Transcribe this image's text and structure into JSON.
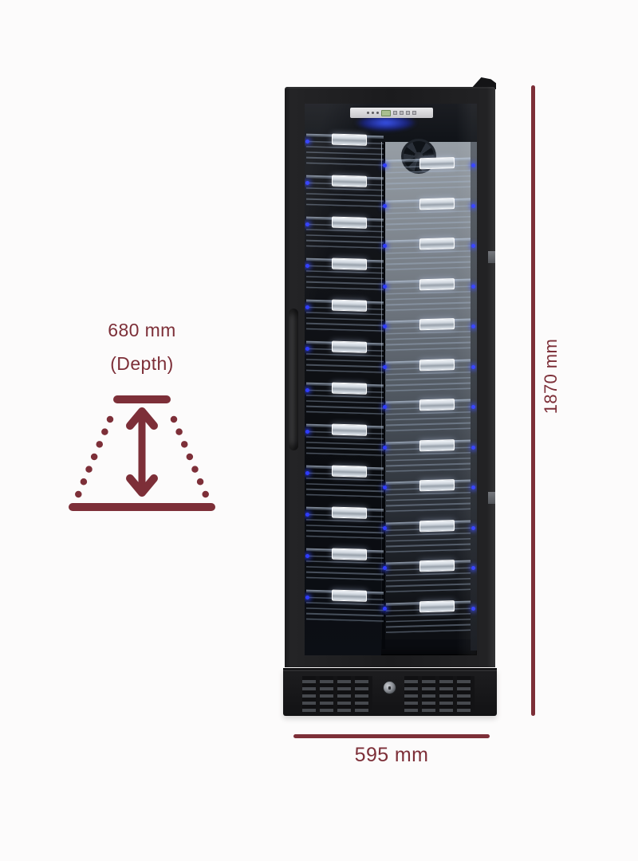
{
  "colors": {
    "accent": "#7d2f38",
    "led": "#2f3cff",
    "page_bg": "#fcfbfb"
  },
  "dimensions": {
    "depth": {
      "value": "680 mm",
      "caption": "(Depth)"
    },
    "height": {
      "value": "1870 mm"
    },
    "width": {
      "value": "595 mm"
    }
  },
  "product": {
    "shelves": {
      "left": {
        "count": 12
      },
      "right": {
        "count": 12
      }
    }
  },
  "icons": {
    "depth_arrow": "depth-arrow-icon"
  }
}
